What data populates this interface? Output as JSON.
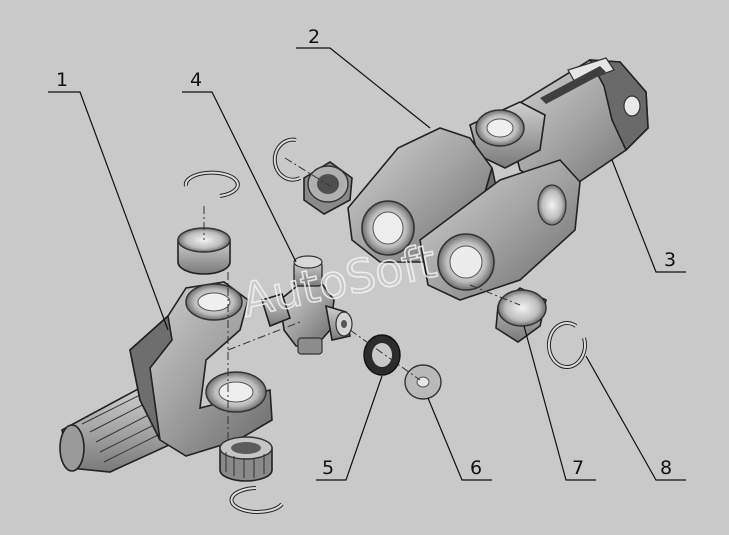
{
  "watermark": "AutoSoft",
  "callouts": [
    "1",
    "2",
    "3",
    "4",
    "5",
    "6",
    "7",
    "8"
  ],
  "colors": {
    "background": "#c9c9c9",
    "metal_light": "#b8b8b8",
    "metal_mid": "#8f8f8f",
    "metal_dark": "#5a5a5a",
    "line": "#111111"
  }
}
